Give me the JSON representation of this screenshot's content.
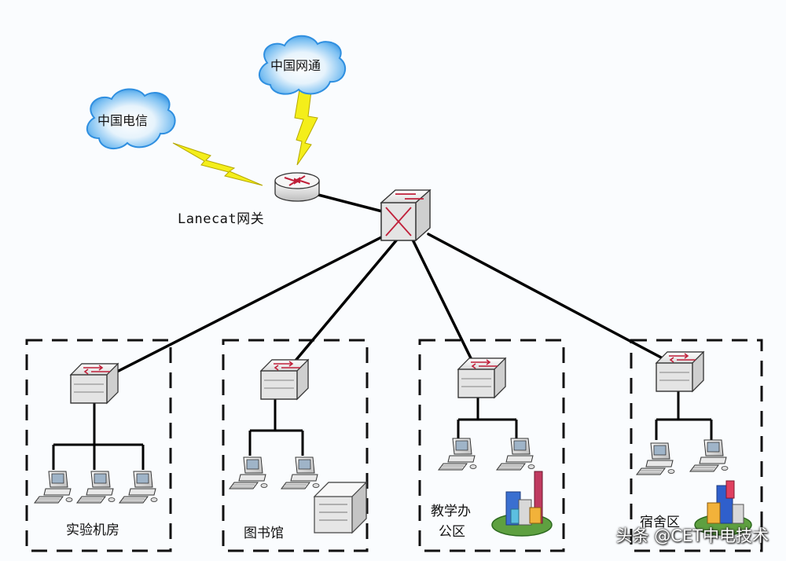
{
  "clouds": {
    "telecom": "中国电信",
    "unicom": "中国网通"
  },
  "gateway": {
    "label": "Lanecat网关"
  },
  "zones": [
    {
      "label": "实验机房"
    },
    {
      "label": "图书馆"
    },
    {
      "label_line1": "教学办",
      "label_line2": "公区"
    },
    {
      "label": "宿舍区"
    }
  ],
  "watermark": "头条 @CET中电技术",
  "colors": {
    "cloud_fill": "#3f9ee8",
    "lightning": "#f4ee1a",
    "switch_body": "#f2f2f2",
    "switch_arrows": "#c0203a",
    "line": "#000000"
  }
}
